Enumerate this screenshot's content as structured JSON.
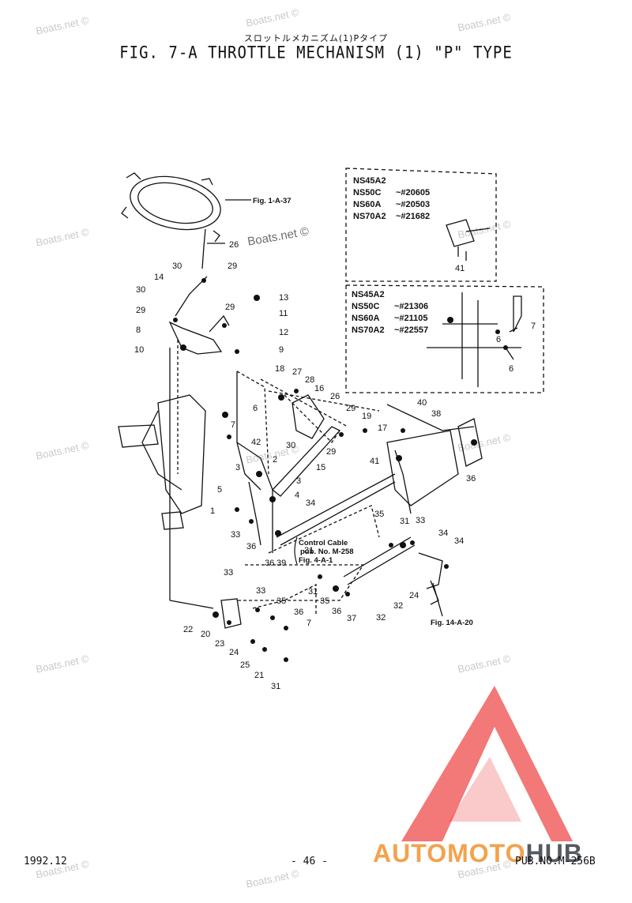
{
  "header": {
    "title_jp": "スロットルメカニズム(1)Pタイプ",
    "title": "FIG.  7-A THROTTLE MECHANISM (1) \"P\" TYPE"
  },
  "watermark": {
    "text": "Boats.net ©",
    "feature_text": "Boats.net ©"
  },
  "box1": {
    "heading": "NS45A2",
    "rows": [
      {
        "model": "NS50C",
        "serial": "~#20605"
      },
      {
        "model": "NS60A",
        "serial": "~#20503"
      },
      {
        "model": "NS70A2",
        "serial": "~#21682"
      }
    ],
    "part": "41"
  },
  "box2": {
    "heading": "NS45A2",
    "rows": [
      {
        "model": "NS50C",
        "serial": "~#21306"
      },
      {
        "model": "NS60A",
        "serial": "~#21105"
      },
      {
        "model": "NS70A2",
        "serial": "~#22557"
      }
    ]
  },
  "refs": {
    "fig1": "Fig. 1-A-37",
    "fig14": "Fig. 14-A-20",
    "control_cable_1": "Control Cable",
    "control_cable_2": "pub. No. M-258",
    "control_cable_3": "Fig. 4-A-1"
  },
  "callouts": [
    "26",
    "30",
    "29",
    "14",
    "30",
    "29",
    "13",
    "29",
    "8",
    "11",
    "12",
    "10",
    "9",
    "18",
    "27",
    "28",
    "26",
    "16",
    "6",
    "29",
    "19",
    "7",
    "17",
    "42",
    "30",
    "15",
    "29",
    "2",
    "3",
    "5",
    "3",
    "4",
    "34",
    "1",
    "33",
    "36",
    "31",
    "36",
    "39",
    "40",
    "38",
    "41",
    "36",
    "35",
    "31",
    "33",
    "34",
    "34",
    "33",
    "33",
    "31",
    "35",
    "36",
    "37",
    "32",
    "32",
    "24",
    "22",
    "20",
    "23",
    "24",
    "25",
    "21",
    "31",
    "35",
    "36",
    "7",
    "6",
    "7",
    "6"
  ],
  "footer": {
    "date": "1992.12",
    "page": "- 46 -",
    "pub": "PUB.NO.M-256B"
  },
  "brand": {
    "part1": "AUTOMOTO",
    "part2": "HUB",
    "color1": "#f3a24d",
    "color2": "#555a60",
    "logo_color": "#ef4b4b"
  }
}
